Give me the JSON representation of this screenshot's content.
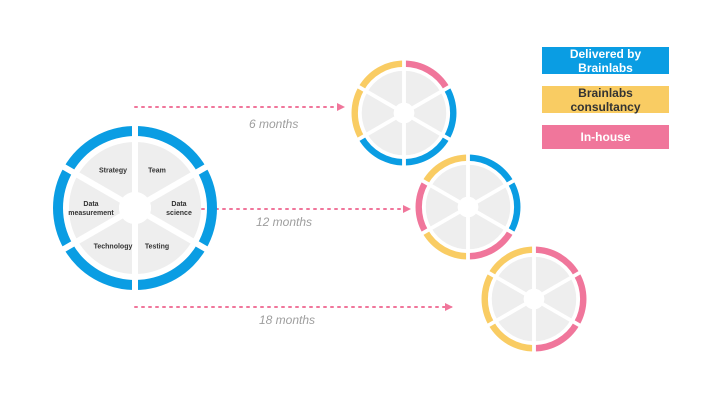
{
  "colors": {
    "brainlabs": "#0a9de3",
    "consultancy": "#f9cc63",
    "inhouse": "#f0769b",
    "sector": "#eeeeee",
    "divider": "#ffffff",
    "arrow": "#f0769b",
    "duration_text": "#9e9e9e"
  },
  "legend": [
    {
      "key": "brainlabs",
      "label": "Delivered by Brainlabs"
    },
    {
      "key": "consultancy",
      "label": "Brainlabs consultancy"
    },
    {
      "key": "inhouse",
      "label": "In-house"
    }
  ],
  "main_wheel": {
    "segments": [
      "Team",
      "Data science",
      "Testing",
      "Technology",
      "Data measurement",
      "Strategy"
    ],
    "ring": [
      "brainlabs",
      "brainlabs",
      "brainlabs",
      "brainlabs",
      "brainlabs",
      "brainlabs"
    ]
  },
  "timeline": [
    {
      "label": "6 months",
      "ring": [
        "inhouse",
        "brainlabs",
        "brainlabs",
        "brainlabs",
        "consultancy",
        "consultancy"
      ]
    },
    {
      "label": "12 months",
      "ring": [
        "brainlabs",
        "brainlabs",
        "inhouse",
        "consultancy",
        "inhouse",
        "consultancy"
      ]
    },
    {
      "label": "18 months",
      "ring": [
        "inhouse",
        "inhouse",
        "inhouse",
        "consultancy",
        "consultancy",
        "consultancy"
      ]
    }
  ]
}
